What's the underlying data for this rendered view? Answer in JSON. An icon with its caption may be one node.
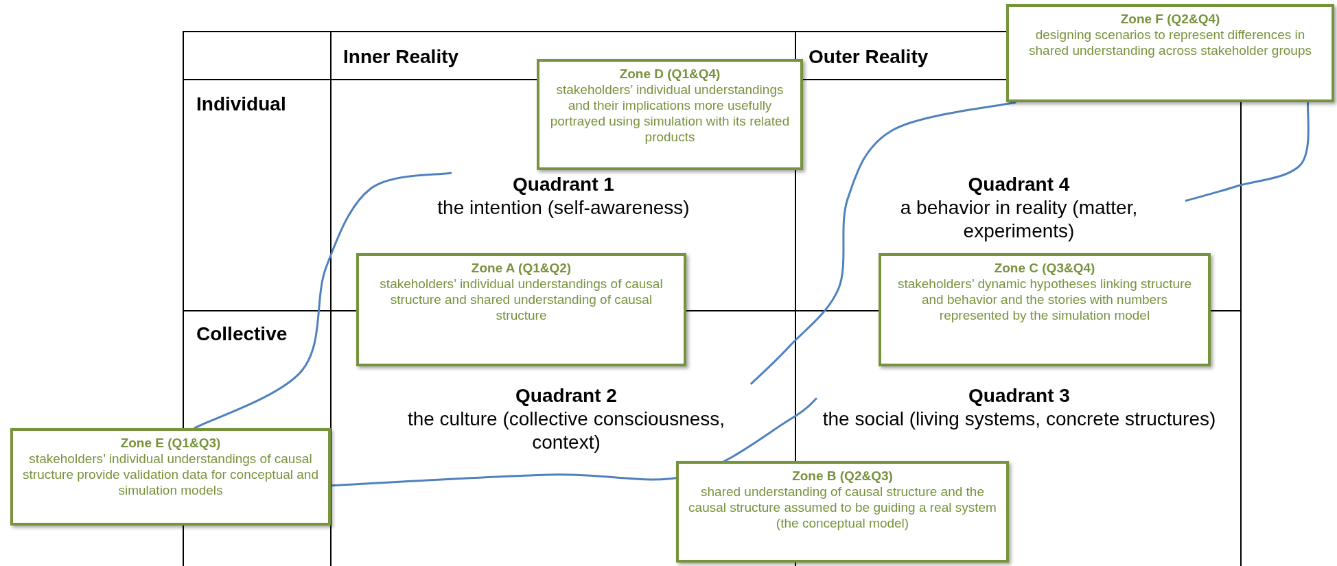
{
  "diagram": {
    "nodes": [
      {
        "text": [
          "Zone F (Q2&Q4)",
          "designing scenarios to represent differences in shared understanding across stakeholder groups"
        ]
      },
      {
        "text": [
          "Zone D (Q1&Q4)",
          "stakeholders’ individual understandings and their implications more usefully portrayed using simulation with its related products"
        ]
      },
      {
        "text": [
          "Quadrant 1",
          "the intention (self-awareness)"
        ]
      },
      {
        "text": [
          "Quadrant 4",
          "a behavior in reality (matter, experiments)"
        ]
      },
      {
        "text": [
          "Zone A (Q1&Q2)",
          "stakeholders’ individual understandings of causal structure and shared understanding of causal structure"
        ]
      },
      {
        "text": [
          "Zone C (Q3&Q4)",
          "stakeholders’ dynamic hypotheses linking structure and behavior and the stories with numbers represented by the simulation model"
        ]
      },
      {
        "text": [
          "Quadrant 2",
          "the culture (collective consciousness, context)"
        ]
      },
      {
        "text": [
          "Quadrant 3",
          "the social (living systems, concrete structures)"
        ]
      },
      {
        "text": [
          "Zone E (Q1&Q3)",
          "stakeholders’ individual understandings of causal structure provide validation data for conceptual and simulation models"
        ]
      },
      {
        "text": [
          "Zone B (Q2&Q3)",
          "shared understanding of causal structure and the causal structure assumed to be guiding a real system (the conceptual model)"
        ]
      }
    ],
    "edges": [
      {
        "from": 8,
        "to": 2,
        "arrow": "none"
      },
      {
        "from": 8,
        "to": 7,
        "arrow": "none"
      },
      {
        "from": 0,
        "to": 6,
        "arrow": "none"
      },
      {
        "from": 0,
        "to": 3,
        "arrow": "none"
      }
    ],
    "labels": [
      "Inner Reality",
      "Outer Reality",
      "Individual",
      "Collective"
    ]
  }
}
